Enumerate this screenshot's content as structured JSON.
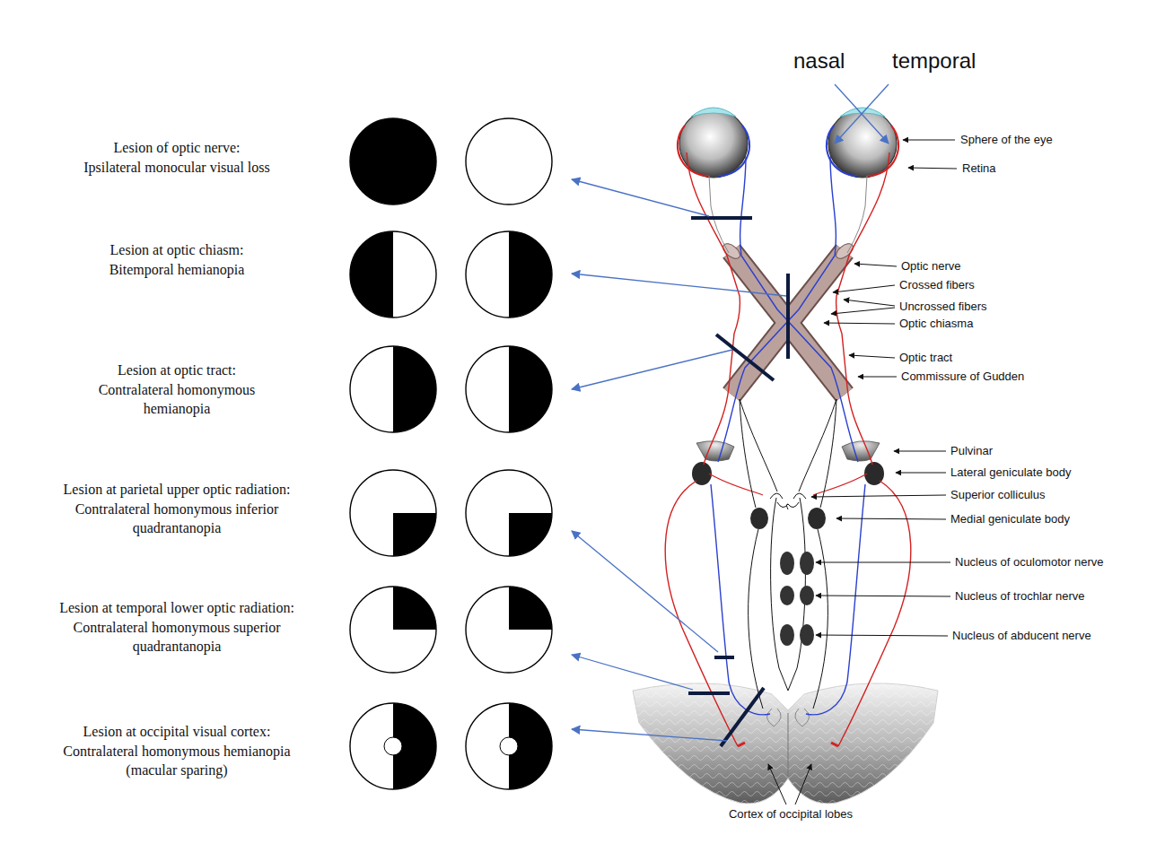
{
  "diagram": {
    "labels": [
      "nasal",
      "temporal",
      "Lesion of optic nerve:",
      "Ipsilateral monocular visual loss",
      "Lesion at optic chiasm:",
      "Bitemporal hemianopia",
      "Lesion at optic tract:",
      "Contralateral homonymous hemianopia",
      "Lesion at parietal upper optic radiation:",
      "Contralateral homonymous inferior quadrantanopia",
      "Lesion at temporal lower optic radiation:",
      "Contralateral homonymous superior quadrantanopia",
      "Lesion at occipital visual cortex:",
      "Contralateral homonymous hemianopia (macular sparing)",
      "Sphere of the eye",
      "Retina",
      "Optic nerve",
      "Crossed fibers",
      "Uncrossed fibers",
      "Optic chiasma",
      "Optic tract",
      "Commissure of Gudden",
      "Pulvinar",
      "Lateral geniculate body",
      "Superior colliculus",
      "Medial geniculate body",
      "Nucleus of oculomotor nerve",
      "Nucleus of trochlar nerve",
      "Nucleus of abducent nerve",
      "Cortex of occipital lobes"
    ]
  }
}
